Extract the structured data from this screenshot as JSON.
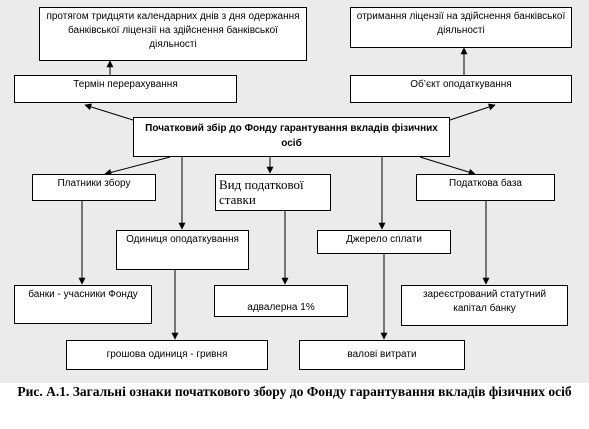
{
  "center": {
    "label": "Початковий  збір до Фонду гарантування  вкладів фізичних осіб"
  },
  "top_left_note": "протягом тридцяти календарних днів з дня одержання банківської ліцензії на здійснення банківської діяльності",
  "top_right_note": "отримання ліцензії на здійснення банківської діяльності",
  "term": "Термін перерахування",
  "object": "Об’єкт оподаткування",
  "payers": "Платники збору",
  "rate": "Вид податкової ставки",
  "base": "Податкова база",
  "unit": "Одиниця оподаткування",
  "source": "Джерело сплати",
  "payers_value": "банки - учасники Фонду",
  "rate_value": "адвалерна  1%",
  "base_value": "зареєстрований статутний капітал банку",
  "unit_value": "грошова одиниця - гривня",
  "source_value": "валові витрати",
  "caption": "Рис. А.1. Загальні ознаки початкового збору до Фонду гарантування вкладів фізичних осіб"
}
